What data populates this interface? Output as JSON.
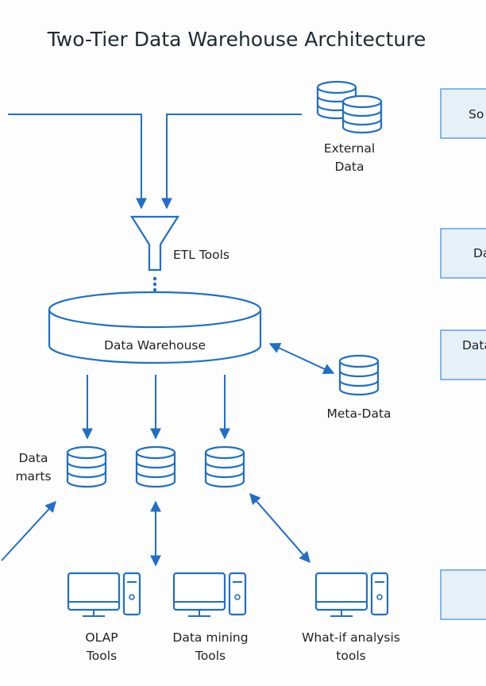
{
  "title": "Two-Tier Data Warehouse Architecture",
  "labels": {
    "external_data": [
      "External",
      "Data"
    ],
    "etl_tools": "ETL Tools",
    "data_warehouse": "Data Warehouse",
    "meta_data": "Meta-Data",
    "data_marts": [
      "Data",
      "marts"
    ],
    "olap": [
      "OLAP",
      "Tools"
    ],
    "data_mining": [
      "Data mining",
      "Tools"
    ],
    "what_if": [
      "What-if analysis",
      "tools"
    ]
  },
  "tier_boxes": [
    "So",
    "Da",
    "Data",
    ""
  ],
  "colors": {
    "accent": "#1f6fc9",
    "tier_fill": "#e6f0f9",
    "tier_stroke": "#6aa6dd"
  }
}
